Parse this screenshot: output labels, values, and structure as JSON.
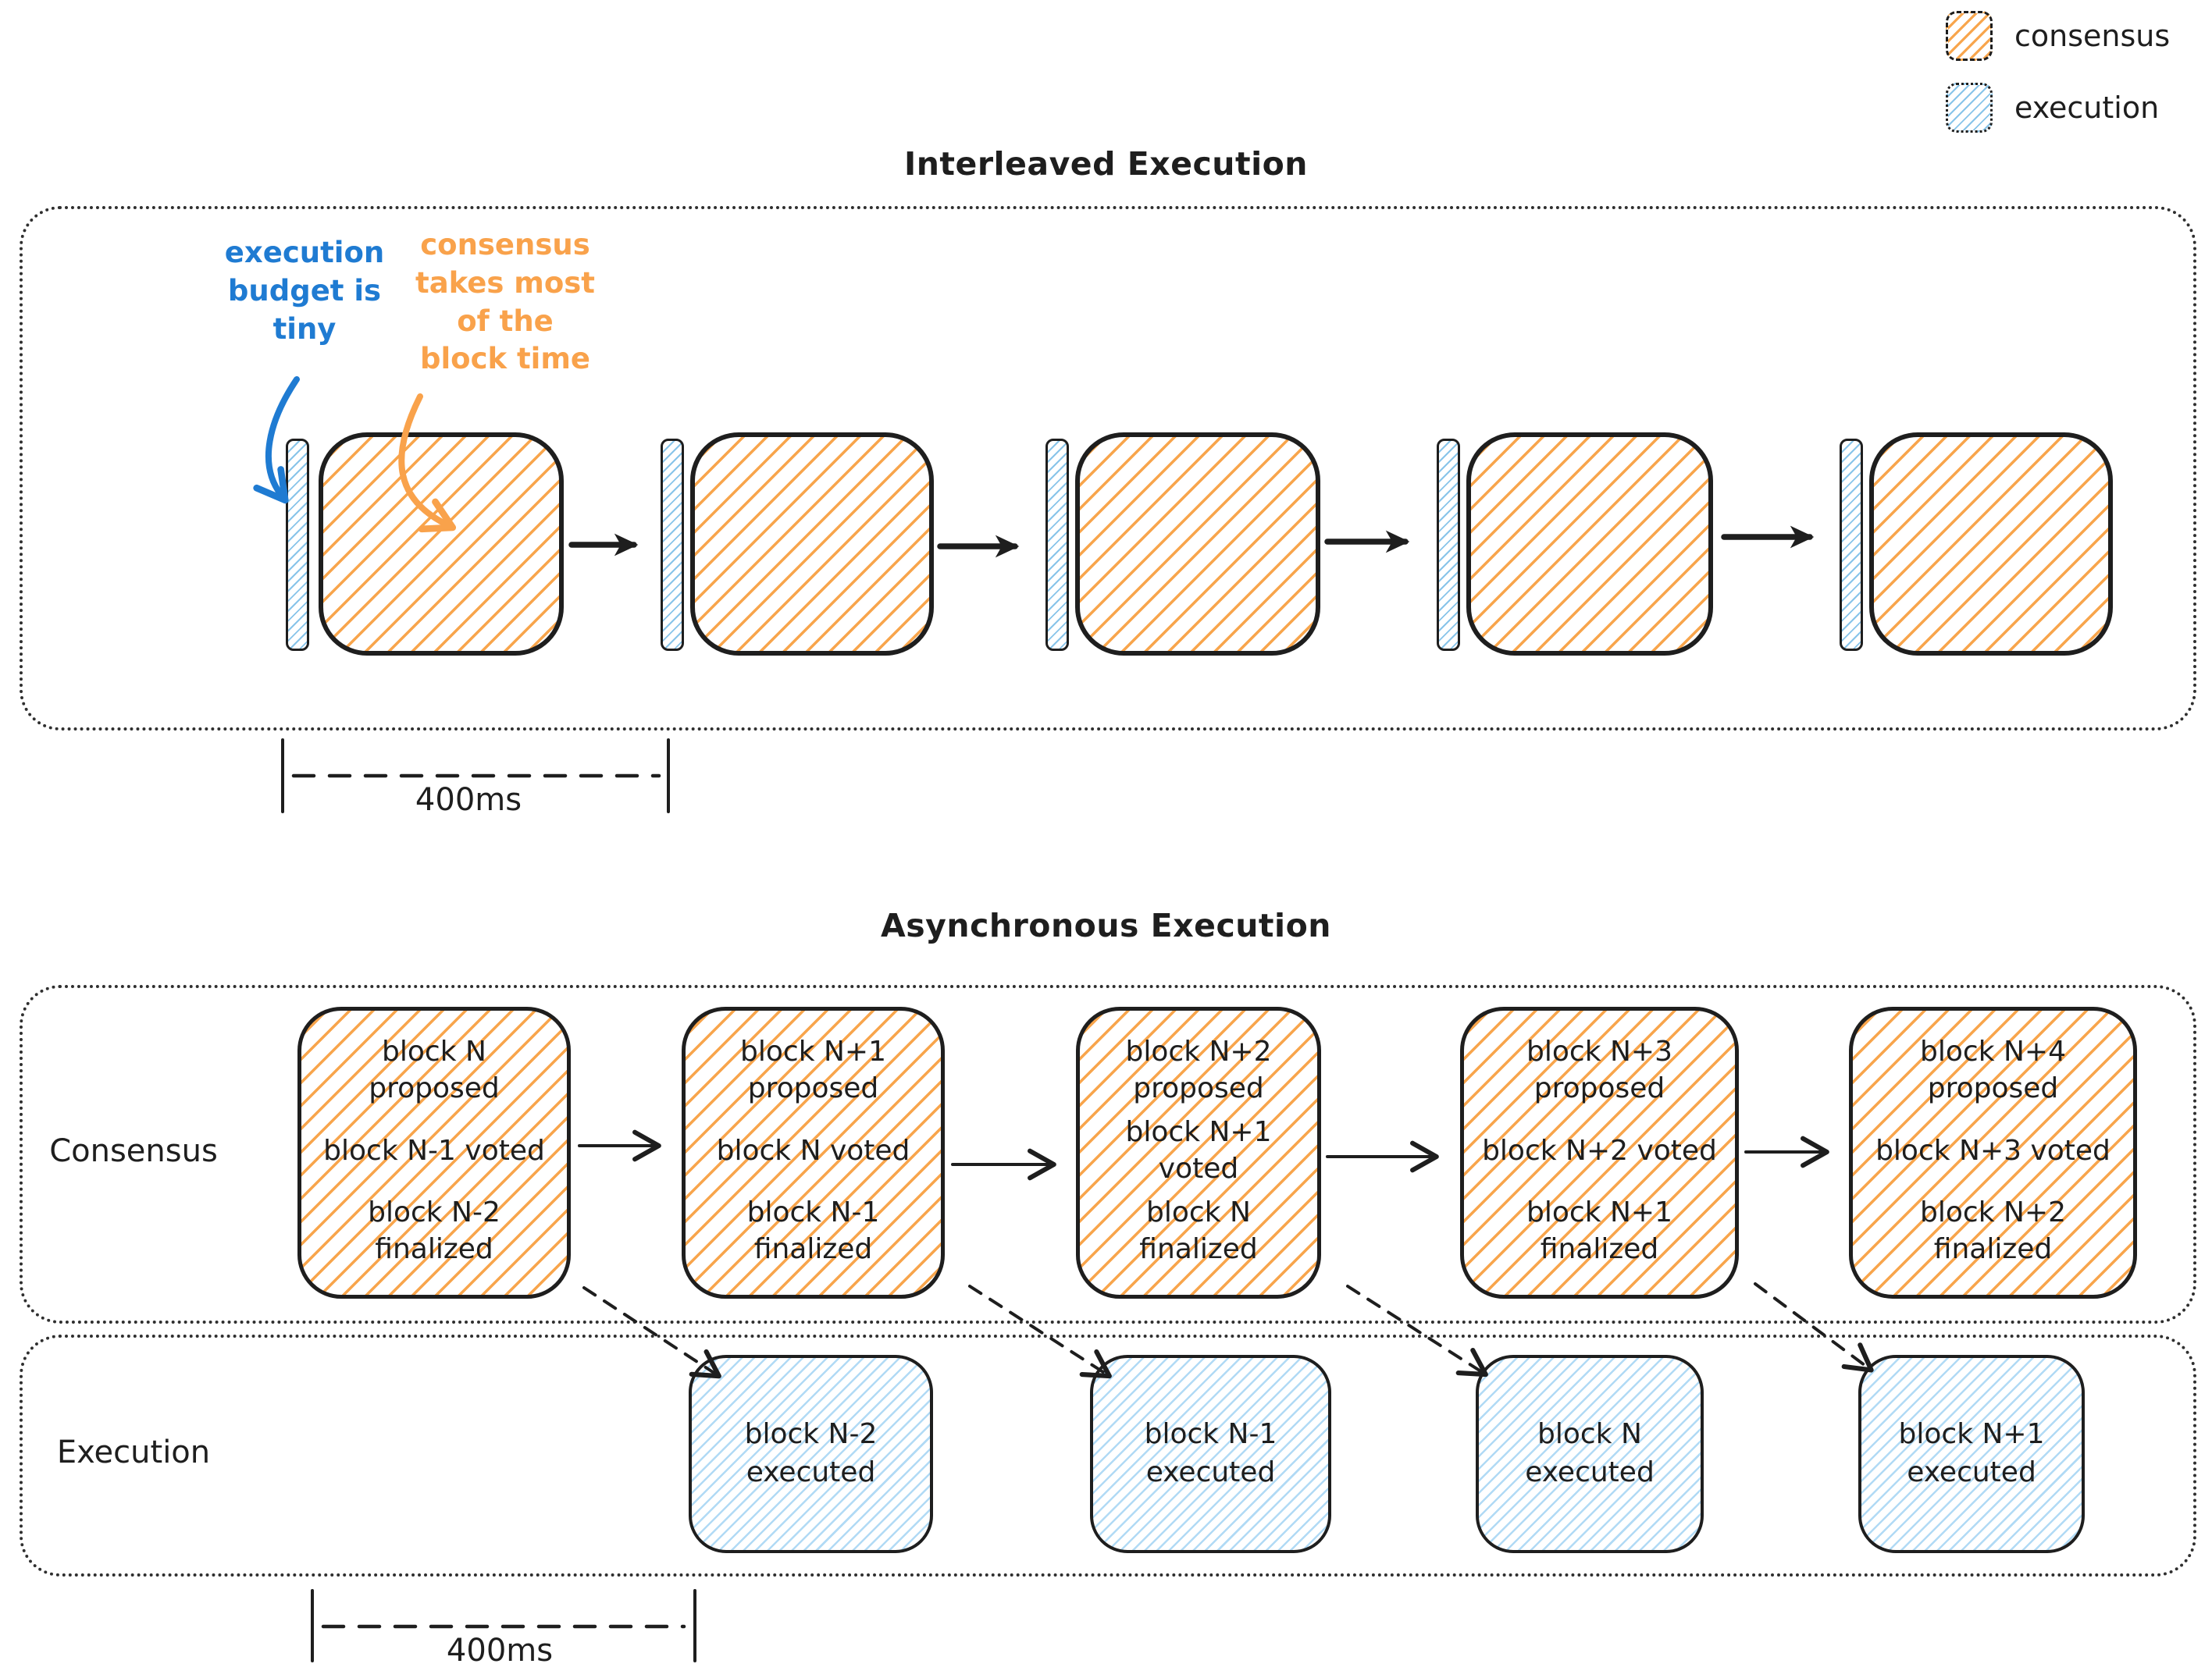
{
  "legend": {
    "items": [
      {
        "label": "consensus",
        "color": "#f9a24b"
      },
      {
        "label": "execution",
        "color": "#7dc2ee"
      }
    ]
  },
  "interleaved": {
    "title": "Interleaved Execution",
    "notes": {
      "execution_budget": {
        "lines": [
          "execution",
          "budget is",
          "tiny"
        ]
      },
      "consensus_time": {
        "lines": [
          "consensus",
          "takes most",
          "of the",
          "block time"
        ]
      }
    },
    "measure_label": "400ms"
  },
  "asynchronous": {
    "title": "Asynchronous Execution",
    "lanes": {
      "consensus": "Consensus",
      "execution": "Execution"
    },
    "consensus_boxes": [
      {
        "lines": [
          "block N",
          "proposed",
          "block N-1 voted",
          "block N-2",
          "finalized"
        ]
      },
      {
        "lines": [
          "block N+1",
          "proposed",
          "block N voted",
          "block N-1",
          "finalized"
        ]
      },
      {
        "lines": [
          "block N+2",
          "proposed",
          "block N+1 voted",
          "block N",
          "finalized"
        ]
      },
      {
        "lines": [
          "block N+3",
          "proposed",
          "block N+2 voted",
          "block N+1",
          "finalized"
        ]
      },
      {
        "lines": [
          "block N+4",
          "proposed",
          "block N+3 voted",
          "block N+2",
          "finalized"
        ]
      }
    ],
    "execution_boxes": [
      {
        "lines": [
          "block N-2",
          "executed"
        ]
      },
      {
        "lines": [
          "block N-1",
          "executed"
        ]
      },
      {
        "lines": [
          "block N",
          "executed"
        ]
      },
      {
        "lines": [
          "block N+1",
          "executed"
        ]
      }
    ],
    "measure_label": "400ms"
  },
  "colors": {
    "ink": "#1e1e1e",
    "orange": "#f9a24b",
    "blue_text": "#1f7bd2",
    "blue_hatch": "#7dc2ee"
  }
}
